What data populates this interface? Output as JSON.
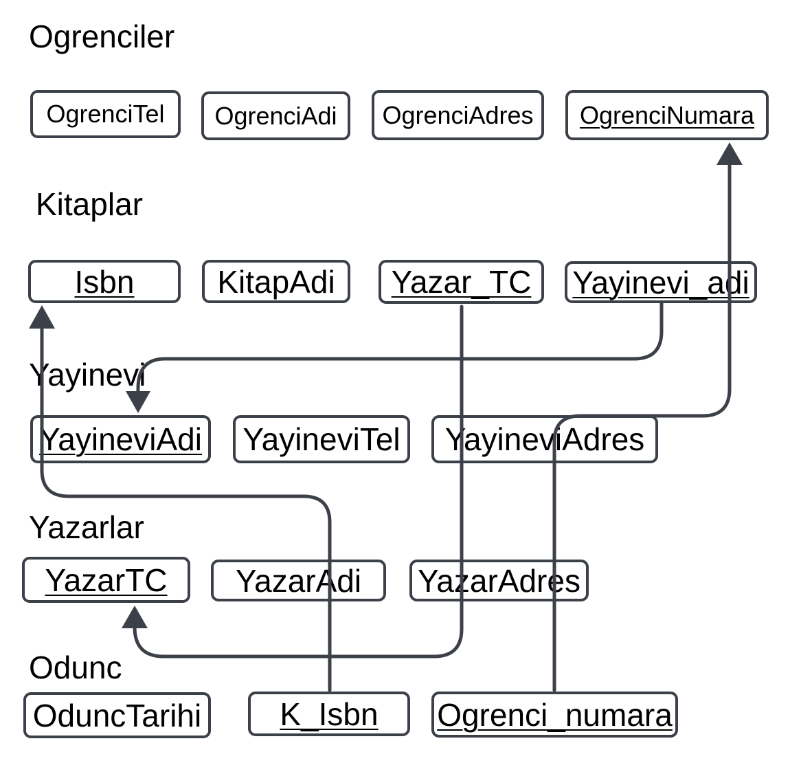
{
  "tables": {
    "ogrenciler": {
      "title": "Ogrenciler",
      "fields": [
        "OgrenciTel",
        "OgrenciAdi",
        "OgrenciAdres",
        "OgrenciNumara"
      ]
    },
    "kitaplar": {
      "title": "Kitaplar",
      "fields": [
        "Isbn",
        "KitapAdi",
        "Yazar_TC",
        "Yayinevi_adi"
      ]
    },
    "yayinevi": {
      "title": "Yayinevi",
      "fields": [
        "YayineviAdi",
        "YayineviTel",
        "YayineviAdres"
      ]
    },
    "yazarlar": {
      "title": "Yazarlar",
      "fields": [
        "YazarTC",
        "YazarAdi",
        "YazarAdres"
      ]
    },
    "odunc": {
      "title": "Odunc",
      "fields": [
        "OduncTarihi",
        "K_Isbn",
        "Ogrenci_numara"
      ]
    }
  },
  "underlined_fields": [
    "OgrenciNumara",
    "Isbn",
    "Yazar_TC",
    "Yayinevi_adi",
    "YayineviAdi",
    "YazarTC",
    "K_Isbn",
    "Ogrenci_numara"
  ],
  "relationships": [
    {
      "from": "Yayinevi_adi",
      "to": "YayineviAdi"
    },
    {
      "from": "Yazar_TC",
      "to": "YazarTC"
    },
    {
      "from": "K_Isbn",
      "to": "Isbn"
    },
    {
      "from": "Ogrenci_numara",
      "to": "OgrenciNumara"
    }
  ],
  "colors": {
    "line": "#3c4048",
    "text": "#000000",
    "background": "#ffffff"
  }
}
